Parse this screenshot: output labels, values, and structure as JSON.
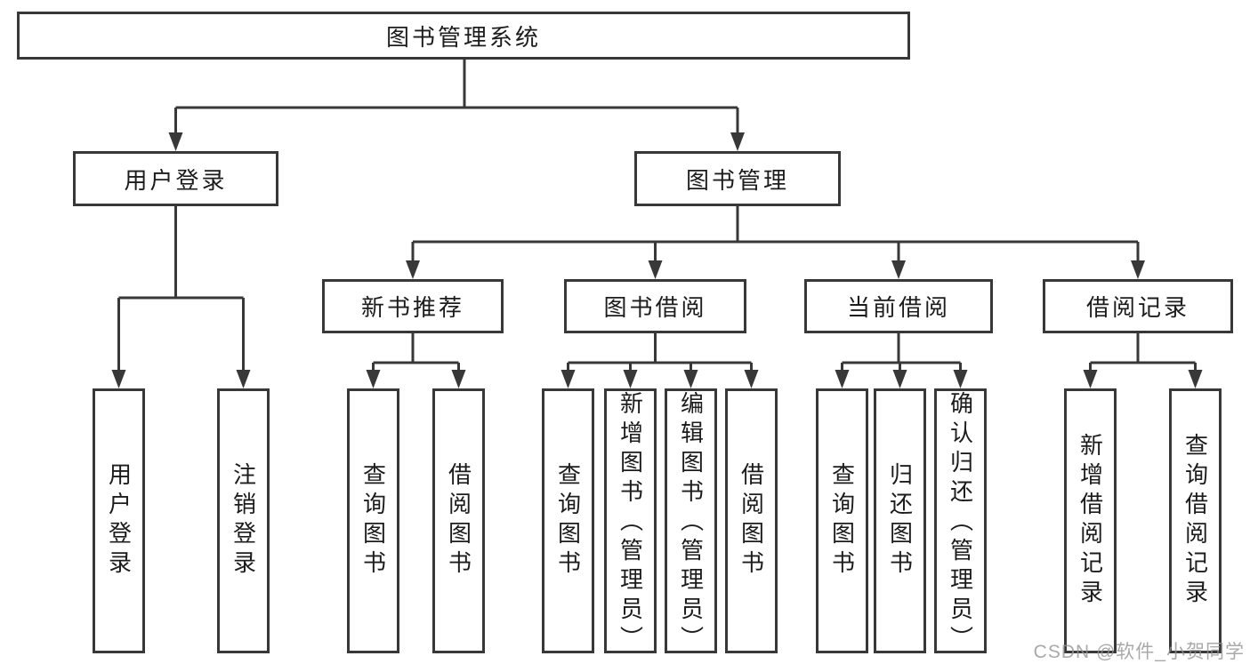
{
  "colors": {
    "line": "#383838",
    "text": "#1c1c1c",
    "background": "#ffffff",
    "watermark": "#949494"
  },
  "nodes": {
    "root": {
      "label": "图书管理系统"
    },
    "branches": [
      {
        "label": "用户登录"
      },
      {
        "label": "图书管理"
      }
    ],
    "sections": [
      {
        "label": "新书推荐"
      },
      {
        "label": "图书借阅"
      },
      {
        "label": "当前借阅"
      },
      {
        "label": "借阅记录"
      }
    ],
    "leaves": [
      {
        "label": "用户登录"
      },
      {
        "label": "注销登录"
      },
      {
        "label": "查询图书"
      },
      {
        "label": "借阅图书"
      },
      {
        "label": "查询图书"
      },
      {
        "label": "新增图书（管理员）"
      },
      {
        "label": "编辑图书（管理员）"
      },
      {
        "label": "借阅图书"
      },
      {
        "label": "查询图书"
      },
      {
        "label": "归还图书"
      },
      {
        "label": "确认归还（管理员）"
      },
      {
        "label": "新增借阅记录"
      },
      {
        "label": "查询借阅记录"
      }
    ]
  },
  "watermark": {
    "text": "CSDN @软件_小贺同学"
  }
}
